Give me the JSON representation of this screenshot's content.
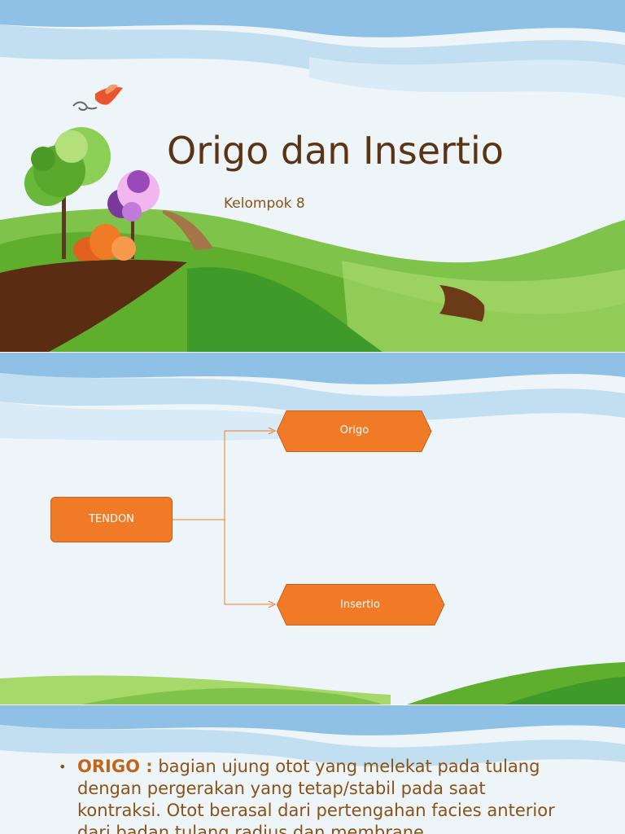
{
  "slide1": {
    "title": "Origo dan Insertio",
    "subtitle": "Kelompok 8"
  },
  "slide2": {
    "root_label": "TENDON",
    "branches": [
      {
        "label": "Origo"
      },
      {
        "label": "Insertio"
      }
    ],
    "box_color": "#f07a26",
    "connector_color": "#f07a26"
  },
  "slide3": {
    "bullets": [
      {
        "term": "ORIGO :",
        "text": " bagian ujung otot yang melekat pada tulang dengan pergerakan yang tetap/stabil pada saat kontraksi. Otot berasal dari pertengahan facies anterior dari badan tulang radius dan membrane"
      }
    ]
  },
  "colors": {
    "background": "#eef5f9",
    "sky_blue": "#a9cfea",
    "grass_green": "#5fae2e",
    "title_brown": "#5a3414",
    "accent_orange": "#f07a26"
  },
  "icons": [
    "bird-icon",
    "tree-icon",
    "flower-tree-icon",
    "bush-icon"
  ]
}
